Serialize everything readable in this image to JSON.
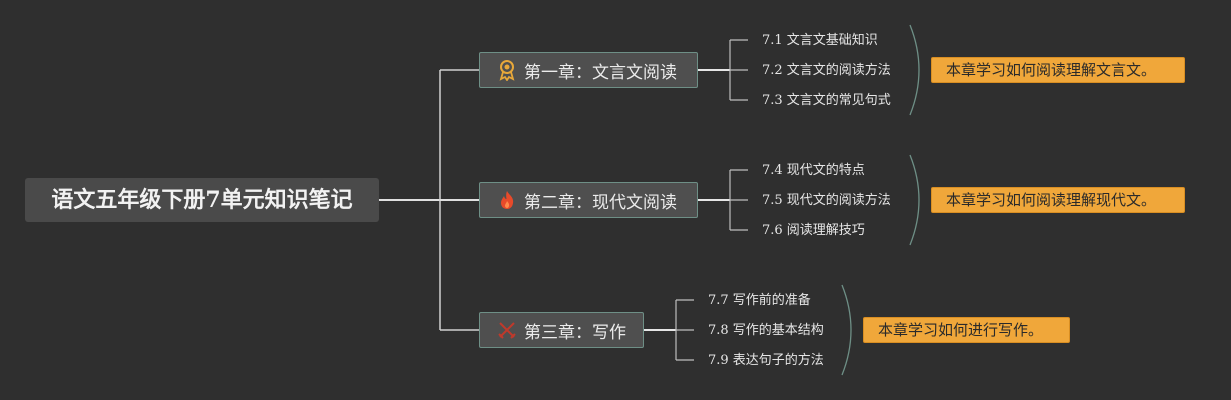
{
  "mindmap": {
    "root": "语文五年级下册7单元知识笔记",
    "chapters": [
      {
        "title": "第一章：文言文阅读",
        "icon": "award-ribbon-icon",
        "icon_color": "#e8a83a",
        "sections": [
          "7.1 文言文基础知识",
          "7.2 文言文的阅读方法",
          "7.3 文言文的常见句式"
        ],
        "summary": "本章学习如何阅读理解文言文。"
      },
      {
        "title": "第二章：现代文阅读",
        "icon": "fire-icon",
        "icon_color": "#e84a2a",
        "sections": [
          "7.4 现代文的特点",
          "7.5 现代文的阅读方法",
          "7.6 阅读理解技巧"
        ],
        "summary": "本章学习如何阅读理解现代文。"
      },
      {
        "title": "第三章：写作",
        "icon": "crossed-swords-icon",
        "icon_color": "#c0392b",
        "sections": [
          "7.7 写作前的准备",
          "7.8 写作的基本结构",
          "7.9 表达句子的方法"
        ],
        "summary": "本章学习如何进行写作。"
      }
    ]
  },
  "colors": {
    "background": "#2f2f2f",
    "root_fill": "#4a4a4a",
    "chapter_fill": "#4f4f4f",
    "chapter_border": "#6e8f86",
    "summary_fill": "#f0a73a",
    "connector": "#d9d9d9",
    "brace": "#6e8f86"
  }
}
